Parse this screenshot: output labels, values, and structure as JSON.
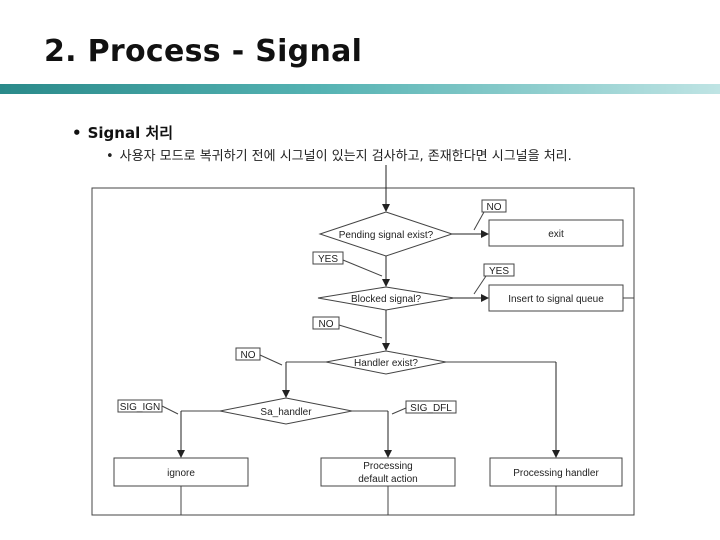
{
  "slide": {
    "title": "2. Process - Signal",
    "bullet1": "Signal 처리",
    "bullet2": "사용자 모드로 복귀하기 전에 시그널이 있는지 검사하고, 존재한다면 시그널을 처리."
  },
  "flowchart": {
    "decision_pending": "Pending signal exist?",
    "decision_blocked": "Blocked signal?",
    "decision_handler": "Handler exist?",
    "decision_sa": "Sa_handler",
    "box_exit": "exit",
    "box_insert": "Insert to signal queue",
    "box_ignore": "ignore",
    "box_default_line1": "Processing",
    "box_default_line2": "default action",
    "box_handler": "Processing handler",
    "label_no1": "NO",
    "label_yes1": "YES",
    "label_yes2": "YES",
    "label_no2": "NO",
    "label_no3": "NO",
    "label_sig_ign": "SIG_IGN",
    "label_sig_dfl": "SIG_DFL"
  }
}
